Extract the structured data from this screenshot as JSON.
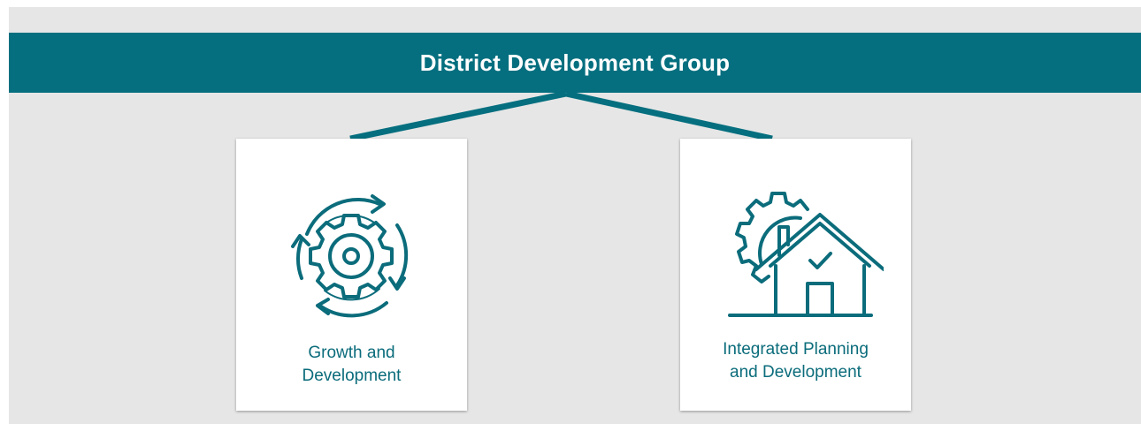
{
  "header": {
    "title": "District Development Group"
  },
  "units": [
    {
      "label": "Growth and\nDevelopment",
      "icon": "gear-cycle-icon"
    },
    {
      "label": "Integrated Planning\nand Development",
      "icon": "gear-house-icon"
    }
  ],
  "colors": {
    "accent": "#056f7f",
    "text": "#0b6c7b",
    "background": "#e6e6e6",
    "card": "#ffffff"
  }
}
